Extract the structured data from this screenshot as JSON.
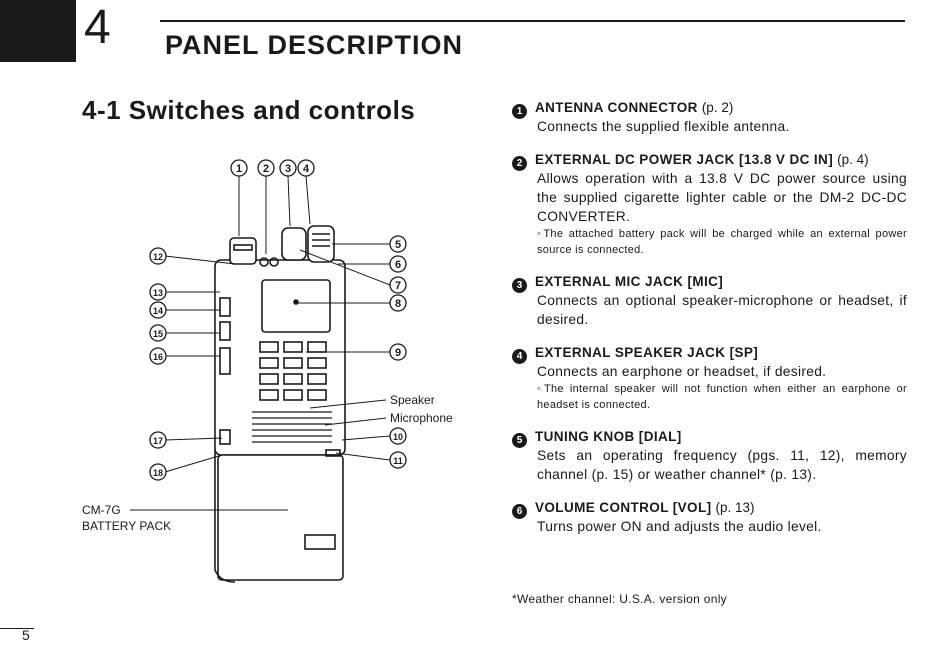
{
  "chapter": {
    "number": "4",
    "title": "PANEL DESCRIPTION"
  },
  "section": {
    "title": "4-1 Switches and controls"
  },
  "diagram": {
    "callouts": [
      "1",
      "2",
      "3",
      "4",
      "5",
      "6",
      "7",
      "8",
      "9",
      "10",
      "11",
      "12",
      "13",
      "14",
      "15",
      "16",
      "17",
      "18"
    ],
    "labels": {
      "speaker": "Speaker",
      "microphone": "Microphone",
      "battery_model": "CM-7G",
      "battery_name": "BATTERY PACK"
    }
  },
  "items": [
    {
      "num": "1",
      "title": "ANTENNA CONNECTOR",
      "ref": "(p. 2)",
      "body": "Connects the supplied flexible antenna.",
      "note": ""
    },
    {
      "num": "2",
      "title": "EXTERNAL DC POWER JACK [13.8 V DC IN]",
      "ref": "(p. 4)",
      "body": "Allows operation with a 13.8 V DC power source using the supplied cigarette lighter cable or the DM-2 DC-DC CONVERTER.",
      "note": "◦The attached battery pack will be charged while an external power source is connected."
    },
    {
      "num": "3",
      "title": "EXTERNAL MIC JACK [MIC]",
      "ref": "",
      "body": "Connects an optional speaker-microphone or headset, if desired.",
      "note": ""
    },
    {
      "num": "4",
      "title": "EXTERNAL SPEAKER JACK [SP]",
      "ref": "",
      "body": "Connects an earphone or headset, if desired.",
      "note": "◦The internal speaker will not function when either an earphone or headset is connected."
    },
    {
      "num": "5",
      "title": "TUNING KNOB [DIAL]",
      "ref": "",
      "body": "Sets an operating frequency (pgs. 11, 12), memory channel (p. 15) or weather channel* (p. 13).",
      "note": ""
    },
    {
      "num": "6",
      "title": "VOLUME CONTROL [VOL]",
      "ref": "(p. 13)",
      "body": "Turns power ON and adjusts the audio level.",
      "note": ""
    }
  ],
  "footnote": "*Weather channel: U.S.A. version only",
  "page_number": "5"
}
